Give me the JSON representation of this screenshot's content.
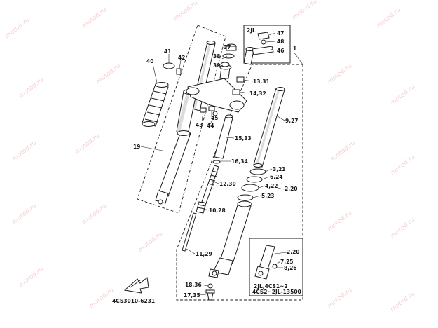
{
  "watermark": {
    "text": "motod.ru"
  },
  "diagram_code": "4CS3010-6231",
  "inset_top_label": "2JL",
  "inset_bottom_lines": [
    "2JL,4CS1~2",
    "4CS2~2JL-13500"
  ],
  "colors": {
    "ink": "#1a1a1a",
    "watermark": "#e9a8a8"
  },
  "callouts": {
    "c1": "1",
    "c47": "47",
    "c48": "48",
    "c46": "46",
    "c41": "41",
    "c42": "42",
    "c40": "40",
    "c37": "37",
    "c38": "38",
    "c39": "39",
    "c13_31": "13,31",
    "c14_32": "14,32",
    "c43": "43",
    "c45": "45",
    "c44": "44",
    "c9_27": "9,27",
    "c15_33": "15,33",
    "c19": "19",
    "c16_34": "16,34",
    "c3_21": "3,21",
    "c6_24": "6,24",
    "c12_30": "12,30",
    "c4_22": "4,22",
    "c2_20": "2,20",
    "c5_23": "5,23",
    "c10_28": "10,28",
    "c11_29": "11,29",
    "c2_20_inset": "2,20",
    "c7_25": "7,25",
    "c8_26": "8,26",
    "c18_36": "18,36",
    "c17_35": "17,35"
  }
}
